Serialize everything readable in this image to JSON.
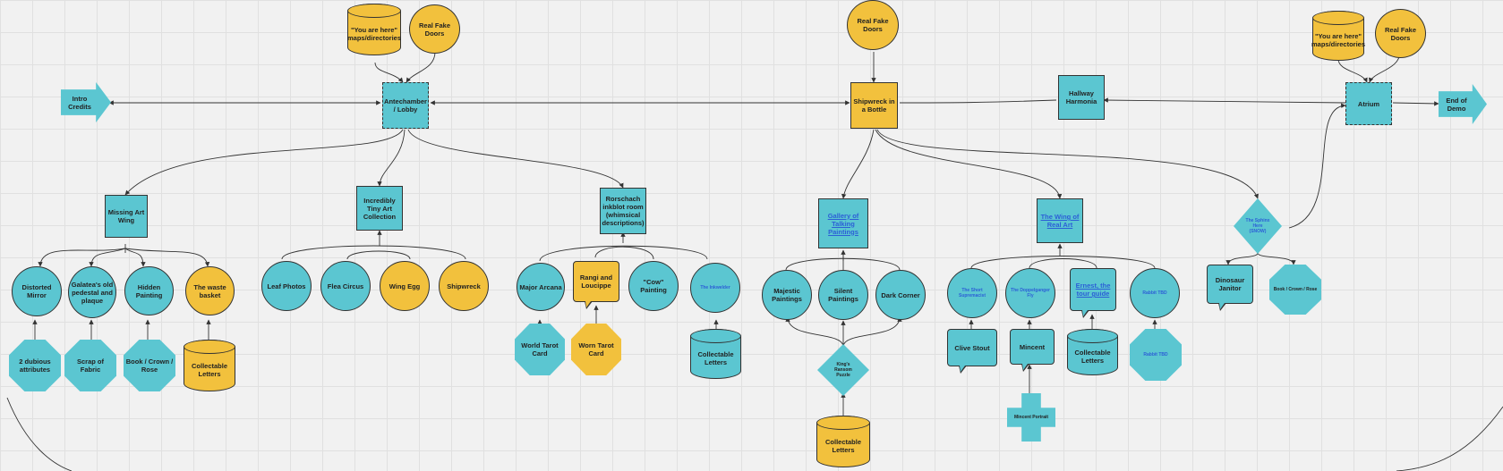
{
  "nodes": {
    "you_are_here_1": "\"You are here\" maps/directories",
    "real_fake_doors_1": "Real Fake Doors",
    "real_fake_doors_2": "Real Fake Doors",
    "you_are_here_2": "\"You are here\" maps/directories",
    "real_fake_doors_3": "Real Fake Doors",
    "intro_credits": "Intro Credits",
    "antechamber": "Antechamber / Lobby",
    "shipwreck_bottle": "Shipwreck in a Bottle",
    "hallway_harmonia": "Hallway Harmonia",
    "atrium": "Atrium",
    "end_of_demo": "End of Demo",
    "missing_art_wing": "Missing Art Wing",
    "tiny_art": "Incredibly Tiny Art Collection",
    "rorschach": "Rorschach inkblot room (whimsical descriptions)",
    "gallery_talking": "Gallery of Talking Paintings",
    "wing_real_art": "The Wing of Real Art",
    "sphinx_diamond": "The Sphinx Here (SNOW)",
    "distorted_mirror": "Distorted Mirror",
    "galatea": "Galatea's old pedestal and plaque",
    "hidden_painting": "Hidden Painting",
    "waste_basket": "The waste basket",
    "leaf_photos": "Leaf Photos",
    "flea_circus": "Flea Circus",
    "wing_egg": "Wing Egg",
    "shipwreck": "Shipwreck",
    "major_arcana": "Major Arcana",
    "rangi": "Rangi and Loucippe",
    "cow_painting": "\"Cow\" Painting",
    "the_inkwelder": "The Inkwelder",
    "majestic": "Majestic Paintings",
    "silent": "Silent Paintings",
    "dark_corner": "Dark Corner",
    "short_supremacist": "The Short Supremacist",
    "doppelganger": "The Doppelganger Fly",
    "ernest": "Ernest, the tour guide",
    "rabbit_tbd": "Rabbit TBD",
    "dinosaur_janitor": "Dinosaur Janitor",
    "book_crown_rose_right": "Book / Crown / Rose",
    "two_dubious": "2 dubious attributes",
    "scrap_fabric": "Scrap of Fabric",
    "book_crown_rose": "Book / Crown / Rose",
    "collectable_1": "Collectable Letters",
    "world_tarot": "World Tarot Card",
    "worn_tarot": "Worn Tarot Card",
    "collectable_2": "Collectable Letters",
    "kings_ransom": "King's Ransom Puzzle",
    "collectable_3": "Collectable Letters",
    "clive_stout": "Clive Stout",
    "mincent": "Mincent",
    "collectable_4": "Collectable Letters",
    "rabbit_tbd_2": "Rabbit TBD",
    "mincent_portrait": "Mincent Portrait"
  },
  "colors": {
    "teal": "#5bc6d1",
    "yellow": "#f2c13d",
    "link": "#2c5fd6"
  }
}
